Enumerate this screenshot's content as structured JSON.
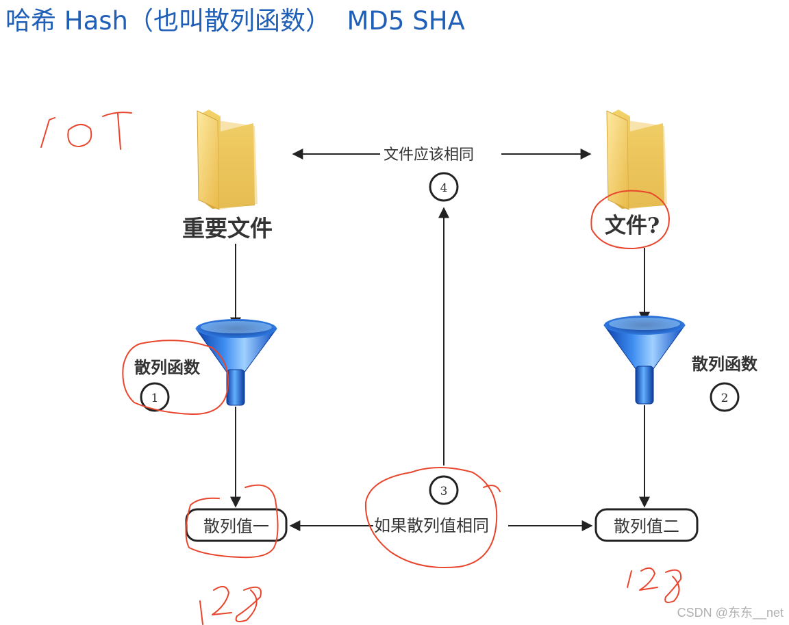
{
  "title": "哈希 Hash（也叫散列函数）  MD5 SHA",
  "diagram": {
    "important_file_label": "重要文件",
    "file_question_label": "文件?",
    "same_files_label": "文件应该相同",
    "hash_function_left_label": "散列函数",
    "hash_function_right_label": "散列函数",
    "hash_value_one_label": "散列值一",
    "hash_value_two_label": "散列值二",
    "if_same_hash_label": "如果散列值相同",
    "step_1": "1",
    "step_2": "2",
    "step_3": "3",
    "step_4": "4"
  },
  "annotations": {
    "note_size": "10T",
    "note_bits_left": "128",
    "note_bits_right": "128",
    "ink_color": "#e8452c"
  },
  "watermark": "CSDN @东东__net"
}
